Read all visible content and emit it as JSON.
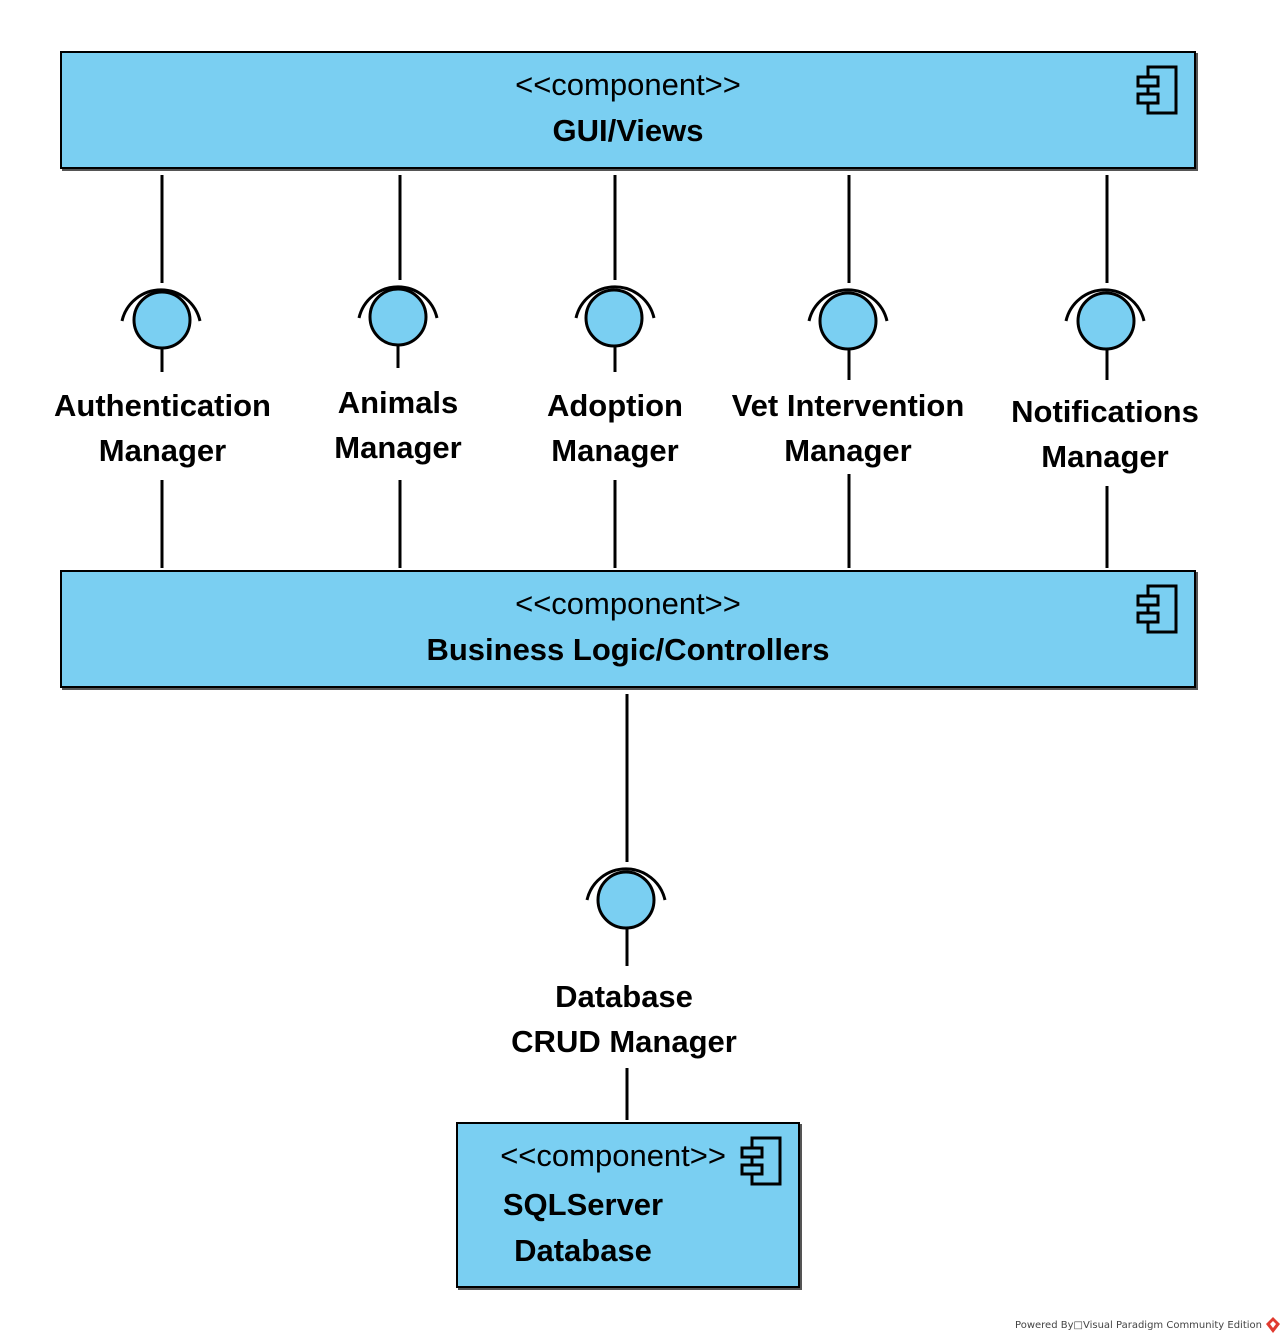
{
  "components": {
    "gui": {
      "stereotype": "<<component>>",
      "name": "GUI/Views"
    },
    "business_logic": {
      "stereotype": "<<component>>",
      "name": "Business Logic/Controllers"
    },
    "database": {
      "stereotype": "<<component>>",
      "name": "SQLServer\nDatabase"
    }
  },
  "interfaces": [
    {
      "label": "Authentication\nManager"
    },
    {
      "label": "Animals\nManager"
    },
    {
      "label": "Adoption\nManager"
    },
    {
      "label": "Vet Intervention\nManager"
    },
    {
      "label": "Notifications\nManager"
    },
    {
      "label": "Database\nCRUD Manager"
    }
  ],
  "footer": {
    "text": "Powered By□Visual Paradigm Community Edition"
  },
  "colors": {
    "component_fill": "#7acff2",
    "interface_fill": "#7acff2",
    "stroke": "#000000"
  },
  "icons": {
    "component": "uml-component-icon",
    "footer": "visual-paradigm-logo-icon"
  }
}
